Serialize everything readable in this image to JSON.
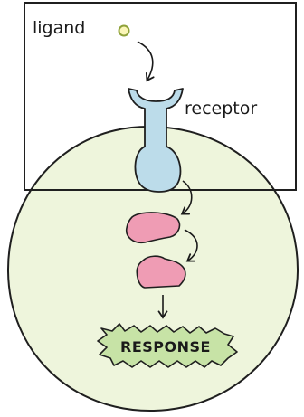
{
  "labels": {
    "ligand": "ligand",
    "receptor": "receptor",
    "response": "RESPONSE"
  },
  "colors": {
    "cell_fill": "#eef5dc",
    "cell_stroke": "#1f1f1f",
    "receptor_fill": "#bcdcea",
    "ligand_fill": "#fbf6b8",
    "ligand_stroke": "#8fa23a",
    "protein_fill": "#ef9cb4",
    "response_fill": "#c7e3a6",
    "ink": "#1a1a1a"
  }
}
